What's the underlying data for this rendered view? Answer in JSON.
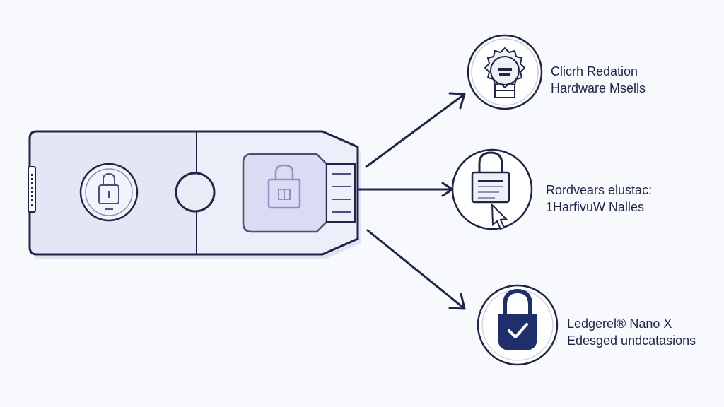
{
  "colors": {
    "background": "#f8f9fc",
    "ink": "#1f2547",
    "device_fill": "#e4e6f6",
    "device_fill_right": "#eceef9",
    "badge_fill": "#ffffff",
    "lock_fill": "#1f2f6b"
  },
  "device": {
    "icons": [
      "shield-lock-icon",
      "port-circle-icon",
      "padlock-chip-icon",
      "usb-connector-icon"
    ]
  },
  "branches": [
    {
      "icon": "seal-badge-icon",
      "line1": "Clicrh Redation",
      "line2": "Hardware Msells"
    },
    {
      "icon": "padlock-document-cursor-icon",
      "line1": "Rordvears elustac:",
      "line2": "1HarfivuW Nalles"
    },
    {
      "icon": "padlock-check-icon",
      "line1": "Ledgerel® Nano X",
      "line2": "Edesged undcatasions"
    }
  ]
}
